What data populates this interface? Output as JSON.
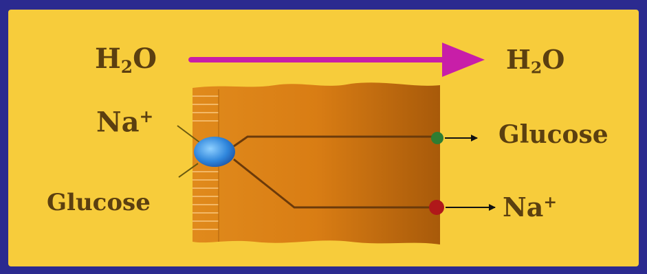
{
  "labels": {
    "water_left": {
      "base": "H",
      "sub": "2",
      "rest": "O"
    },
    "water_right": {
      "base": "H",
      "sub": "2",
      "rest": "O"
    },
    "sodium_in": {
      "base": "Na",
      "sup": "+"
    },
    "glucose_in": "Glucose",
    "glucose_out": "Glucose",
    "sodium_out": {
      "base": "Na",
      "sup": "+"
    }
  },
  "colors": {
    "background_border": "#2b2a8f",
    "panel": "#f7cc3b",
    "water_arrow": "#c81ea8",
    "cell": "#c8760f",
    "transporter": "#3a8fe0",
    "glucose_channel": "#2e7d32",
    "sodium_channel": "#b0181a",
    "label_text": "#5b3f10"
  },
  "icons": {
    "transporter": "cotransporter-icon",
    "glucose_exit": "glucose-channel-icon",
    "sodium_exit": "sodium-pump-icon"
  }
}
